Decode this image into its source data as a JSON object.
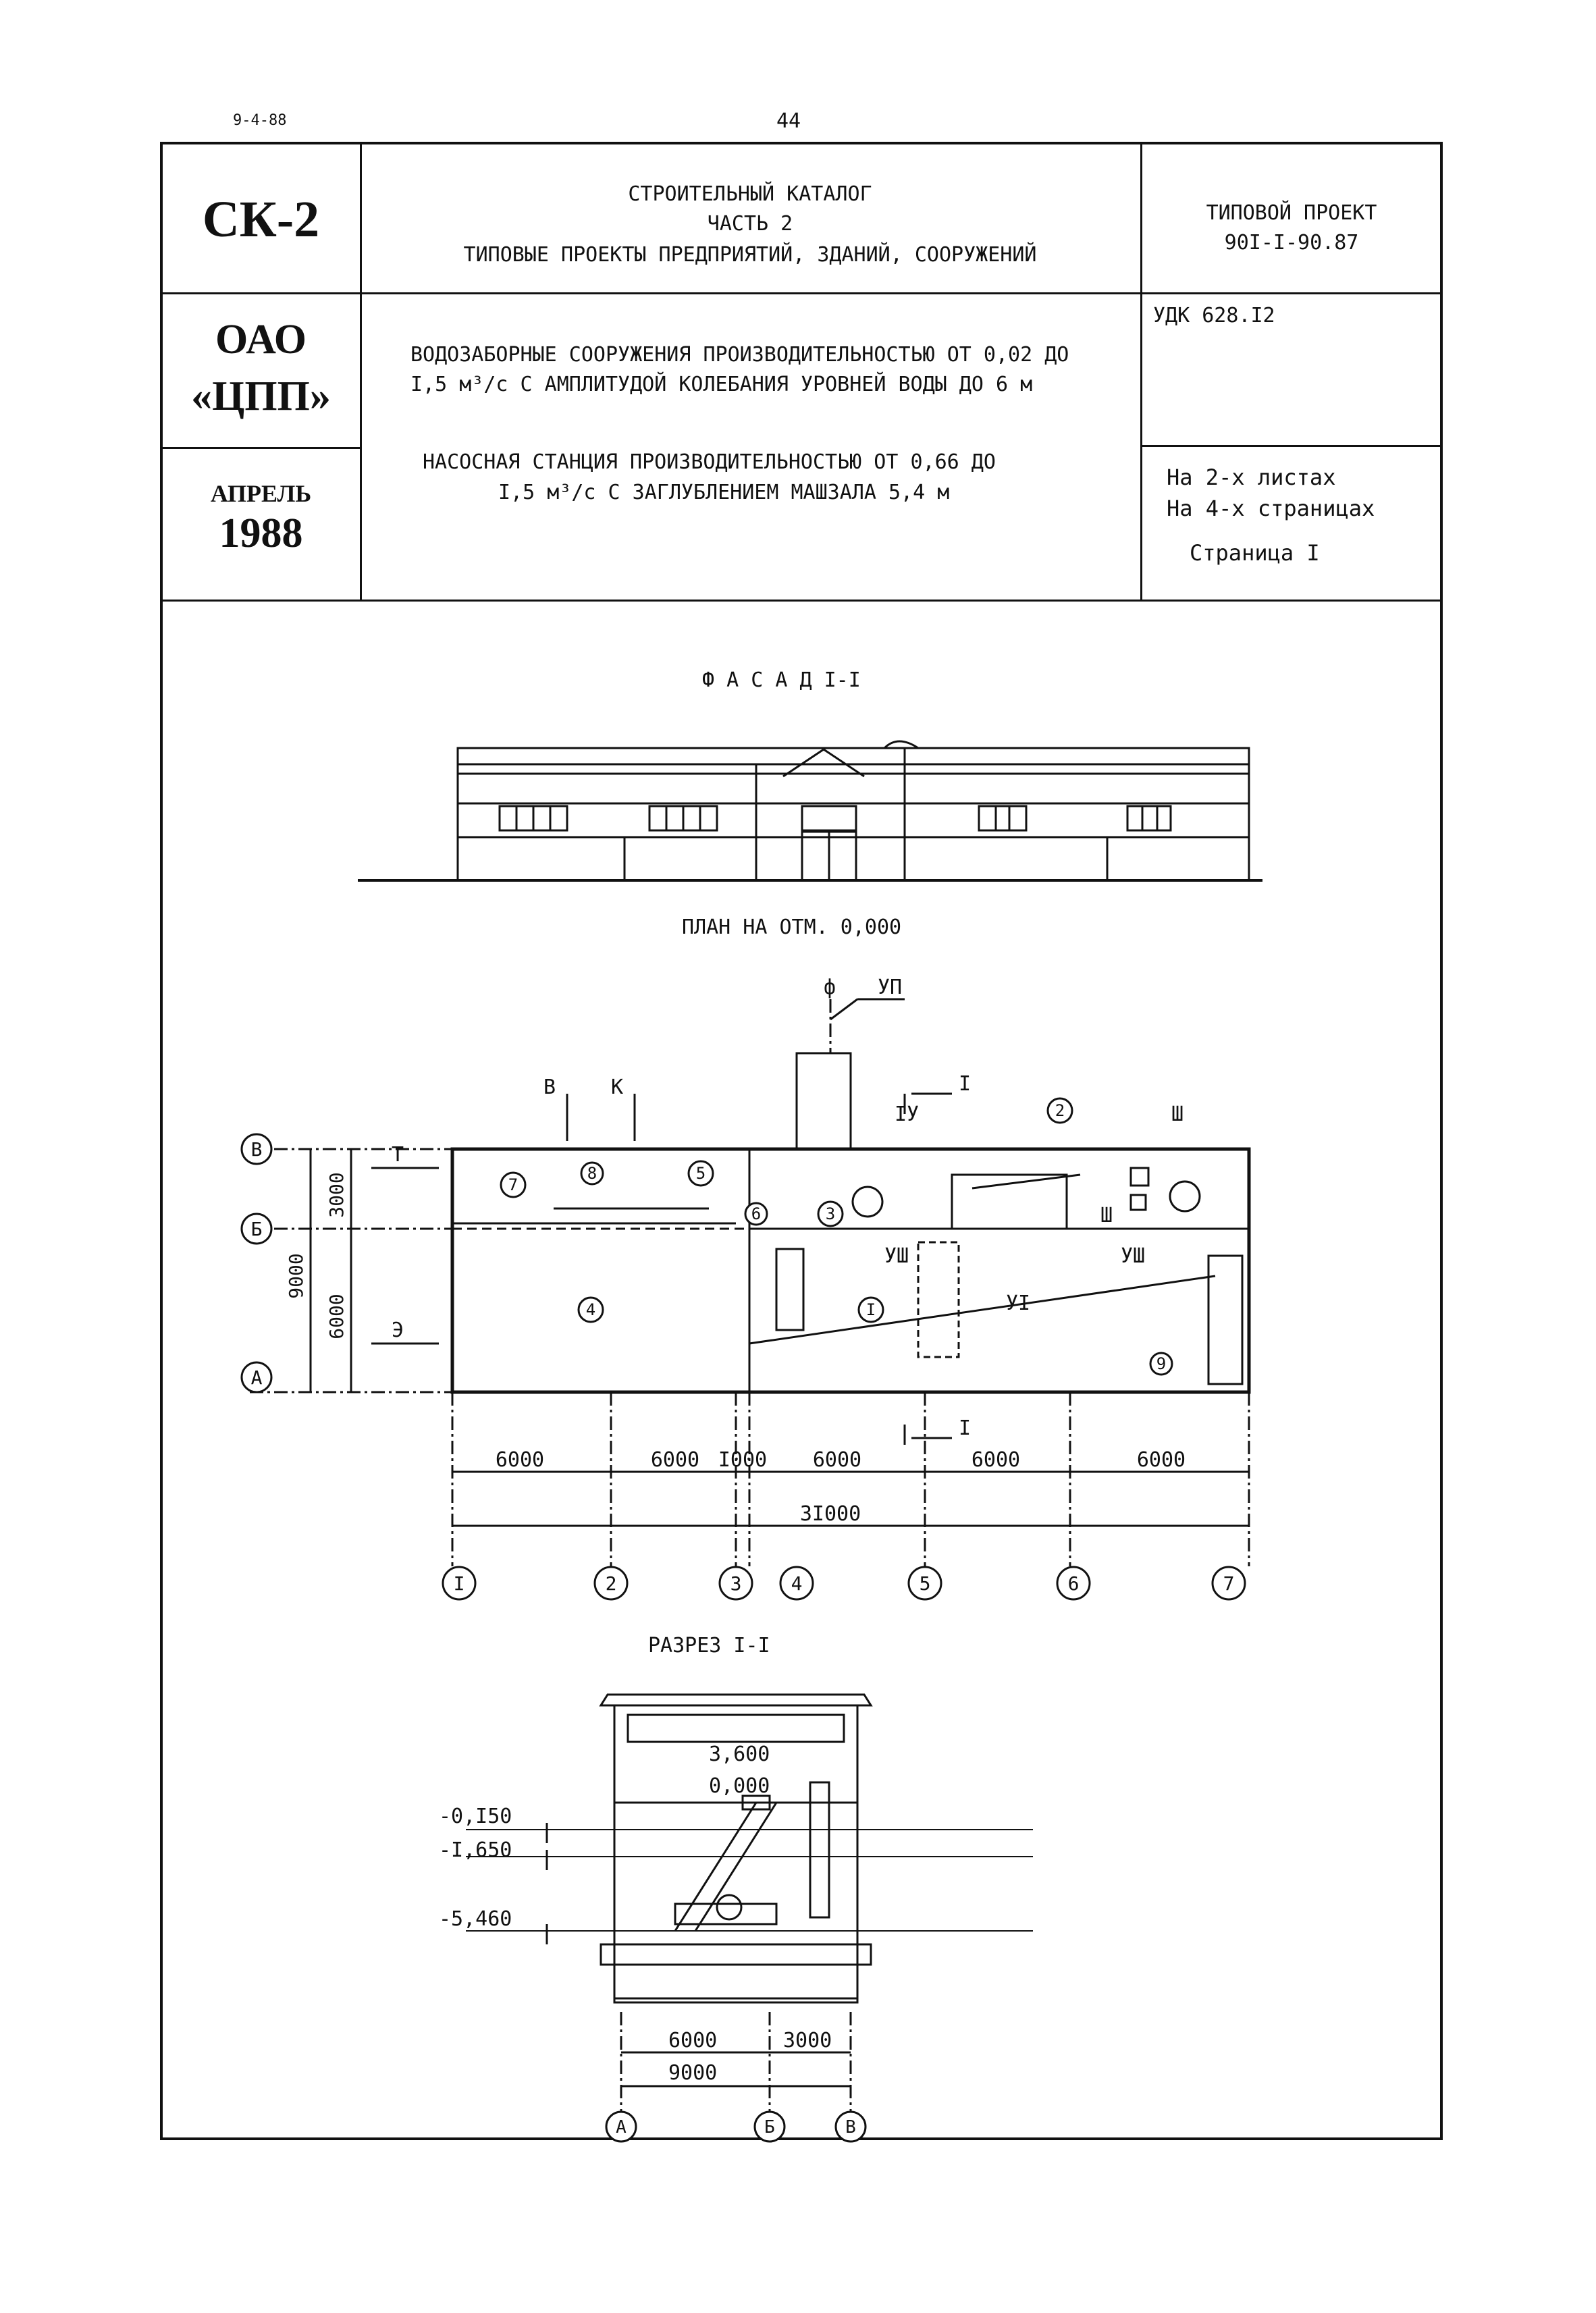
{
  "page": {
    "top_code": "9-4-88",
    "page_number": "44"
  },
  "header": {
    "series_code": "СК-2",
    "organization": [
      "ОАО",
      "«ЦПП»"
    ],
    "date_month": "АПРЕЛЬ",
    "date_year": "1988",
    "catalog_lines": [
      "СТРОИТЕЛЬНЫЙ  КАТАЛОГ",
      "ЧАСТЬ 2",
      "ТИПОВЫЕ ПРОЕКТЫ ПРЕДПРИЯТИЙ, ЗДАНИЙ, СООРУЖЕНИЙ"
    ],
    "project_lines": [
      "ТИПОВОЙ ПРОЕКТ",
      "90I-I-90.87"
    ],
    "description_lines": [
      "ВОДОЗАБОРНЫЕ СООРУЖЕНИЯ ПРОИЗВОДИТЕЛЬНОСТЬЮ ОТ 0,02 ДО",
      "I,5 м³/с С АМПЛИТУДОЙ КОЛЕБАНИЯ УРОВНЕЙ ВОДЫ ДО 6 м"
    ],
    "subject_lines": [
      "НАСОСНАЯ СТАНЦИЯ ПРОИЗВОДИТЕЛЬНОСТЬЮ ОТ 0,66 ДО",
      "I,5 м³/с С ЗАГЛУБЛЕНИЕМ МАШЗАЛА 5,4 м"
    ],
    "udk": "УДК 628.I2",
    "sheets_lines": [
      "На 2-х листах",
      "На 4-х страницах",
      "Страница I"
    ]
  },
  "drawings": {
    "facade_title": "Ф А С А Д  I-I",
    "plan_title": "ПЛАН НА ОТМ. 0,000",
    "section_title": "РАЗРЕЗ I-I",
    "plan_labels": {
      "inlet_f": "ф",
      "up": "УП",
      "arrow_v": "В",
      "arrow_k": "К",
      "arrow_t": "Т",
      "arrow_e": "Э",
      "section_mark": "I",
      "iu": "IУ",
      "sh": "Ш",
      "ush": "УШ",
      "ui": "УI"
    },
    "rooms": [
      "7",
      "8",
      "5",
      "6",
      "3",
      "4",
      "I",
      "2",
      "9"
    ],
    "row_axes": [
      "В",
      "Б",
      "А"
    ],
    "row_dims": [
      "3000",
      "6000",
      "9000"
    ],
    "col_axes": [
      "I",
      "2",
      "3",
      "4",
      "5",
      "6",
      "7"
    ],
    "col_dims": [
      "6000",
      "6000",
      "I000",
      "6000",
      "6000",
      "6000"
    ],
    "total_dim": "3I000",
    "section_levels": [
      "-0,I50",
      "-I,650",
      "-5,460",
      "3,600",
      "0,000"
    ],
    "section_dims": [
      "6000",
      "3000",
      "9000"
    ],
    "section_axes": [
      "А",
      "Б",
      "В"
    ]
  }
}
